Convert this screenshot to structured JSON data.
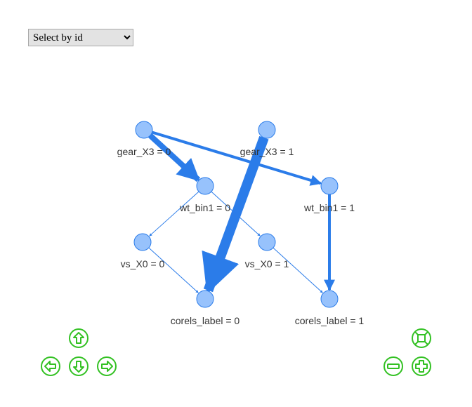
{
  "select": {
    "placeholder": "Select by id",
    "options": [
      "Select by id"
    ]
  },
  "graph": {
    "colors": {
      "edge": "#2b7ce9",
      "node_fill": "#97c2fc",
      "node_border": "#2b7ce9",
      "nav_green": "#33c123"
    },
    "nodes": [
      {
        "id": "gear_X3_0",
        "label": "gear_X3 = 0"
      },
      {
        "id": "gear_X3_1",
        "label": "gear_X3 = 1"
      },
      {
        "id": "wt_bin1_0",
        "label": "wt_bin1 = 0"
      },
      {
        "id": "wt_bin1_1",
        "label": "wt_bin1 = 1"
      },
      {
        "id": "vs_X0_0",
        "label": "vs_X0 = 0"
      },
      {
        "id": "vs_X0_1",
        "label": "vs_X0 = 1"
      },
      {
        "id": "corels_label_0",
        "label": "corels_label = 0"
      },
      {
        "id": "corels_label_1",
        "label": "corels_label = 1"
      }
    ],
    "edges": [
      {
        "from": "gear_X3_0",
        "to": "wt_bin1_0",
        "weight": 8
      },
      {
        "from": "gear_X3_0",
        "to": "wt_bin1_1",
        "weight": 4
      },
      {
        "from": "gear_X3_1",
        "to": "corels_label_0",
        "weight": 14
      },
      {
        "from": "wt_bin1_0",
        "to": "vs_X0_0",
        "weight": 1
      },
      {
        "from": "wt_bin1_0",
        "to": "vs_X0_1",
        "weight": 1
      },
      {
        "from": "wt_bin1_1",
        "to": "corels_label_1",
        "weight": 4
      },
      {
        "from": "vs_X0_0",
        "to": "corels_label_0",
        "weight": 1
      },
      {
        "from": "vs_X0_1",
        "to": "corels_label_1",
        "weight": 1
      }
    ]
  },
  "navigation": {
    "buttons": [
      {
        "name": "nav-up-button",
        "icon": "arrow-up-icon"
      },
      {
        "name": "nav-left-button",
        "icon": "arrow-left-icon"
      },
      {
        "name": "nav-down-button",
        "icon": "arrow-down-icon"
      },
      {
        "name": "nav-right-button",
        "icon": "arrow-right-icon"
      },
      {
        "name": "zoom-extends-button",
        "icon": "fit-screen-icon"
      },
      {
        "name": "zoom-out-button",
        "icon": "minus-icon"
      },
      {
        "name": "zoom-in-button",
        "icon": "plus-icon"
      }
    ]
  }
}
